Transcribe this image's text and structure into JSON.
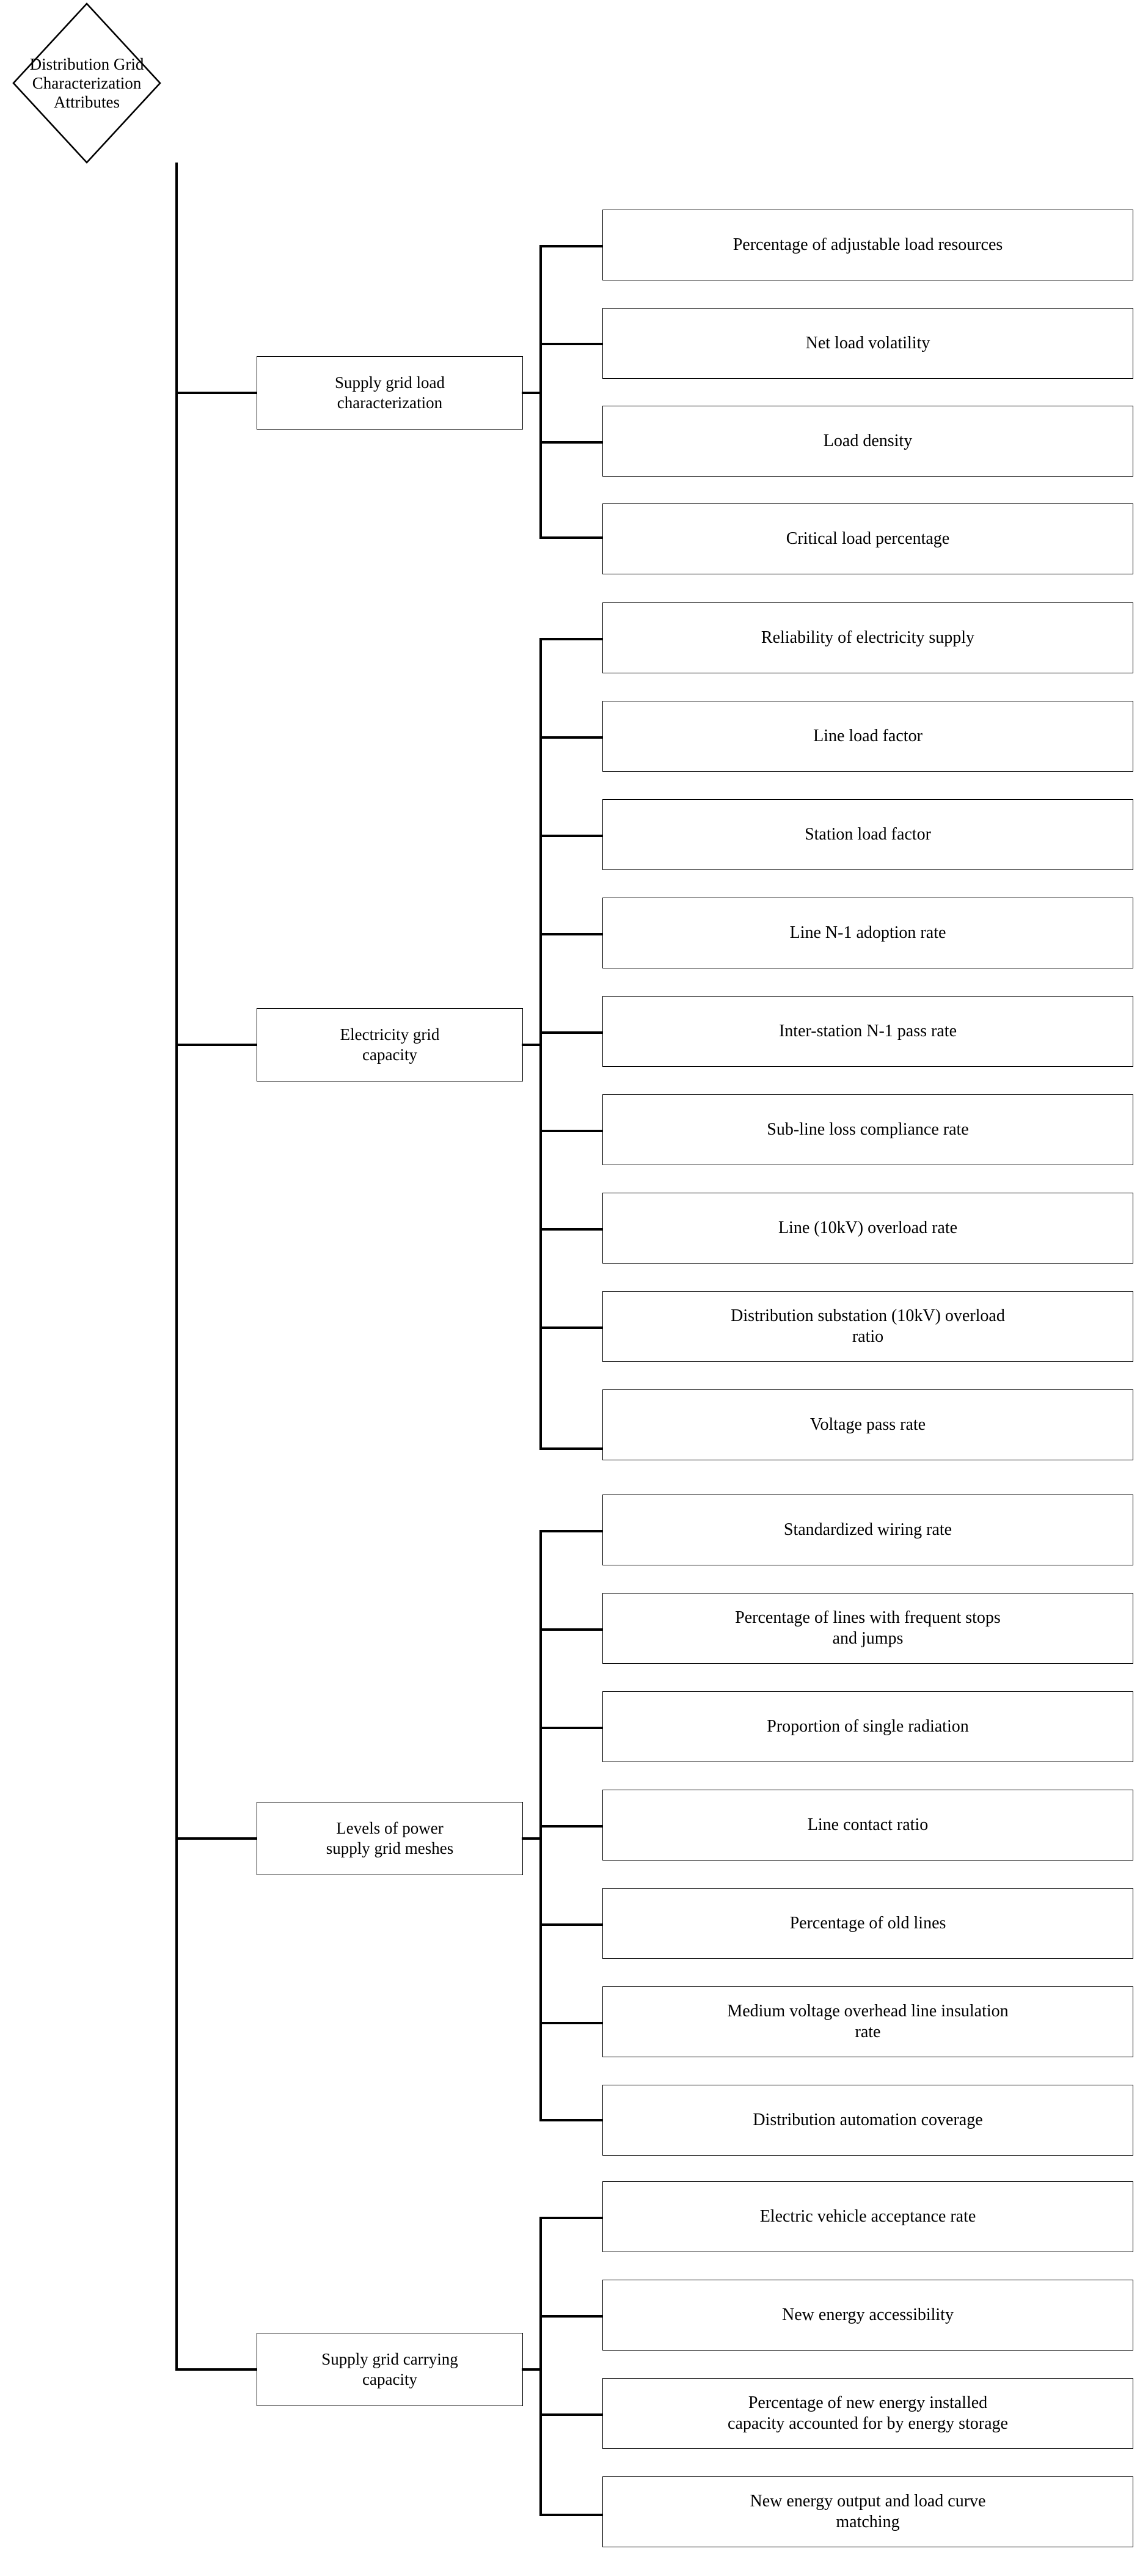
{
  "diagram": {
    "type": "tree",
    "orientation": "left-to-right",
    "root": {
      "shape": "diamond",
      "label": "Distribution Grid Characterization Attributes",
      "lines": [
        "Distribution Grid",
        "Characterization",
        "Attributes"
      ]
    },
    "branches": [
      {
        "id": "supply-grid-load-characterization",
        "label": "Supply grid load characterization",
        "lines": [
          "Supply grid load",
          "characterization"
        ],
        "leaves": [
          {
            "label": "Percentage of adjustable load resources",
            "lines": [
              "Percentage of adjustable load resources"
            ]
          },
          {
            "label": "Net load volatility",
            "lines": [
              "Net load volatility"
            ]
          },
          {
            "label": "Load density",
            "lines": [
              "Load density"
            ]
          },
          {
            "label": "Critical load percentage",
            "lines": [
              "Critical load percentage"
            ]
          }
        ]
      },
      {
        "id": "electricity-grid-capacity",
        "label": "Electricity grid capacity",
        "lines": [
          "Electricity grid",
          "capacity"
        ],
        "leaves": [
          {
            "label": "Reliability of electricity supply",
            "lines": [
              "Reliability of electricity supply"
            ]
          },
          {
            "label": "Line load factor",
            "lines": [
              "Line load factor"
            ]
          },
          {
            "label": "Station load factor",
            "lines": [
              "Station load factor"
            ]
          },
          {
            "label": "Line N-1 adoption rate",
            "lines": [
              "Line N-1 adoption rate"
            ]
          },
          {
            "label": "Inter-station N-1 pass rate",
            "lines": [
              "Inter-station N-1 pass rate"
            ]
          },
          {
            "label": "Sub-line loss compliance rate",
            "lines": [
              "Sub-line loss compliance rate"
            ]
          },
          {
            "label": "Line (10kV) overload rate",
            "lines": [
              "Line (10kV) overload rate"
            ]
          },
          {
            "label": "Distribution substation (10kV) overload ratio",
            "lines": [
              "Distribution substation (10kV) overload",
              "ratio"
            ]
          },
          {
            "label": "Voltage pass rate",
            "lines": [
              "Voltage pass rate"
            ]
          }
        ]
      },
      {
        "id": "levels-of-power-supply-grid-meshes",
        "label": "Levels of power supply grid meshes",
        "lines": [
          "Levels of power",
          "supply grid meshes"
        ],
        "leaves": [
          {
            "label": "Standardized wiring rate",
            "lines": [
              "Standardized wiring rate"
            ]
          },
          {
            "label": "Percentage of lines with frequent stops and jumps",
            "lines": [
              "Percentage of lines with frequent stops",
              "and jumps"
            ]
          },
          {
            "label": "Proportion of single radiation",
            "lines": [
              "Proportion of single radiation"
            ]
          },
          {
            "label": "Line contact ratio",
            "lines": [
              "Line contact ratio"
            ]
          },
          {
            "label": "Percentage of old lines",
            "lines": [
              "Percentage of old lines"
            ]
          },
          {
            "label": "Medium voltage overhead line insulation rate",
            "lines": [
              "Medium voltage overhead line insulation",
              "rate"
            ]
          },
          {
            "label": "Distribution automation coverage",
            "lines": [
              "Distribution automation coverage"
            ]
          }
        ]
      },
      {
        "id": "supply-grid-carrying-capacity",
        "label": "Supply grid carrying capacity",
        "lines": [
          "Supply grid carrying",
          "capacity"
        ],
        "leaves": [
          {
            "label": "Electric vehicle acceptance rate",
            "lines": [
              "Electric vehicle acceptance rate"
            ]
          },
          {
            "label": "New energy accessibility",
            "lines": [
              "New energy accessibility"
            ]
          },
          {
            "label": "Percentage of new energy installed capacity accounted for by energy storage",
            "lines": [
              "Percentage of new energy installed",
              "capacity accounted for by energy storage"
            ]
          },
          {
            "label": "New energy output and load curve matching",
            "lines": [
              "New energy output and load curve",
              "matching"
            ]
          }
        ]
      }
    ],
    "style": {
      "line_color": "#000000",
      "box_fill": "#ffffff",
      "box_border": "#000000",
      "background": "#ffffff"
    }
  }
}
